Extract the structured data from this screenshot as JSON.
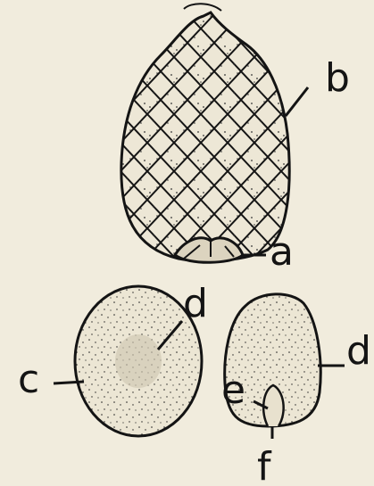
{
  "figure": {
    "labels": {
      "a": "a",
      "b": "b",
      "c": "c",
      "d_top": "d",
      "d_right": "d",
      "e": "e",
      "f": "f"
    },
    "colors": {
      "paper": "#f1ecdd",
      "ink": "#141414"
    }
  }
}
